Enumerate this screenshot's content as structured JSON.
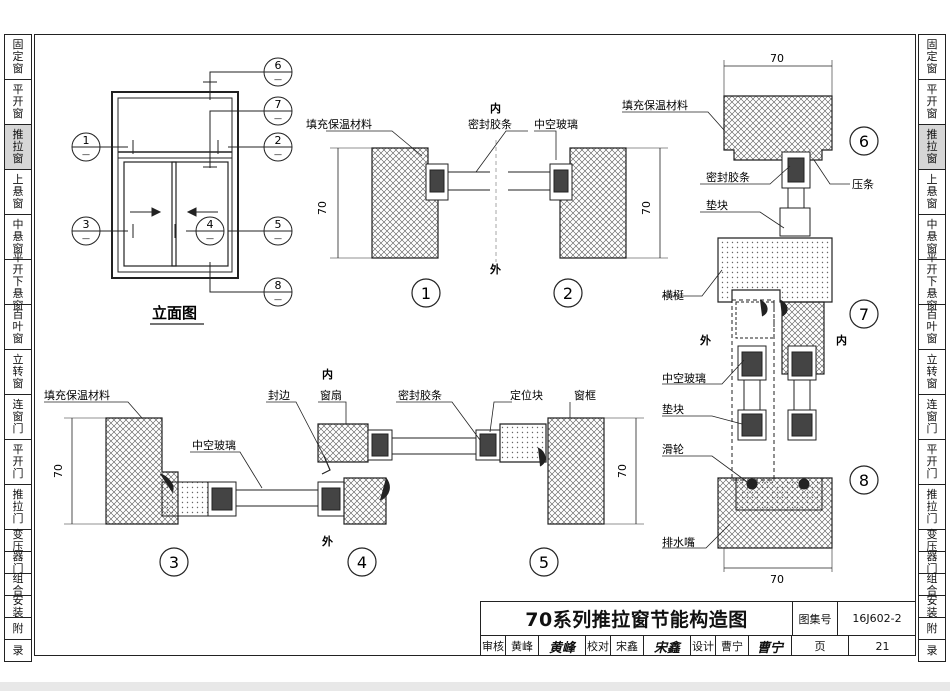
{
  "left_tabs": [
    {
      "label": "固定窗",
      "active": false
    },
    {
      "label": "平开窗",
      "active": false
    },
    {
      "label": "推拉窗",
      "active": true
    },
    {
      "label": "上悬窗",
      "active": false
    },
    {
      "label": "中悬窗",
      "active": false
    },
    {
      "label": "平开下悬窗",
      "active": false
    },
    {
      "label": "百叶窗",
      "active": false
    },
    {
      "label": "立转窗",
      "active": false
    },
    {
      "label": "连窗门",
      "active": false
    },
    {
      "label": "平开门",
      "active": false
    },
    {
      "label": "推拉门",
      "active": false
    },
    {
      "label": "变压",
      "active": false
    },
    {
      "label": "器门",
      "active": false
    },
    {
      "label": "组合",
      "active": false
    },
    {
      "label": "安装",
      "active": false
    },
    {
      "label": "附",
      "active": false
    },
    {
      "label": "录",
      "active": false
    }
  ],
  "elevation": {
    "caption": "立面图",
    "markers": [
      {
        "num": "1",
        "sub": "—"
      },
      {
        "num": "2",
        "sub": "—"
      },
      {
        "num": "3",
        "sub": "—"
      },
      {
        "num": "4",
        "sub": "—"
      },
      {
        "num": "5",
        "sub": "—"
      },
      {
        "num": "6",
        "sub": "—"
      },
      {
        "num": "7",
        "sub": "—"
      },
      {
        "num": "8",
        "sub": "—"
      }
    ]
  },
  "section_12": {
    "inside": "内",
    "outside": "外",
    "fill_label": "填充保温材料",
    "seal_label": "密封胶条",
    "glass_label": "中空玻璃",
    "dim": "70",
    "num1": "1",
    "num2": "2"
  },
  "section_345": {
    "fill_label": "填充保温材料",
    "glass_label": "中空玻璃",
    "edge_label": "封边",
    "inside": "内",
    "sash_label": "窗扇",
    "seal_label": "密封胶条",
    "locator_label": "定位块",
    "frame_label": "窗框",
    "outside": "外",
    "dim": "70",
    "num3": "3",
    "num4": "4",
    "num5": "5"
  },
  "section_678": {
    "dim_top": "70",
    "dim_bottom": "70",
    "fill_label": "填充保温材料",
    "seal_label": "密封胶条",
    "strip_label": "压条",
    "block_label": "垫块",
    "rail_label": "横梃",
    "outside": "外",
    "inside": "内",
    "glass_label": "中空玻璃",
    "block_label2": "垫块",
    "roller_label": "滑轮",
    "drain_label": "排水嘴",
    "num6": "6",
    "num7": "7",
    "num8": "8"
  },
  "title_block": {
    "title": "70系列推拉窗节能构造图",
    "atlas_label": "图集号",
    "atlas_no": "16J602-2",
    "review_label": "审核",
    "reviewer": "黄峰",
    "reviewer_sig": "黄峰",
    "check_label": "校对",
    "checker": "宋鑫",
    "checker_sig": "宋鑫",
    "design_label": "设计",
    "designer": "曹宁",
    "designer_sig": "曹宁",
    "page_label": "页",
    "page_no": "21"
  }
}
